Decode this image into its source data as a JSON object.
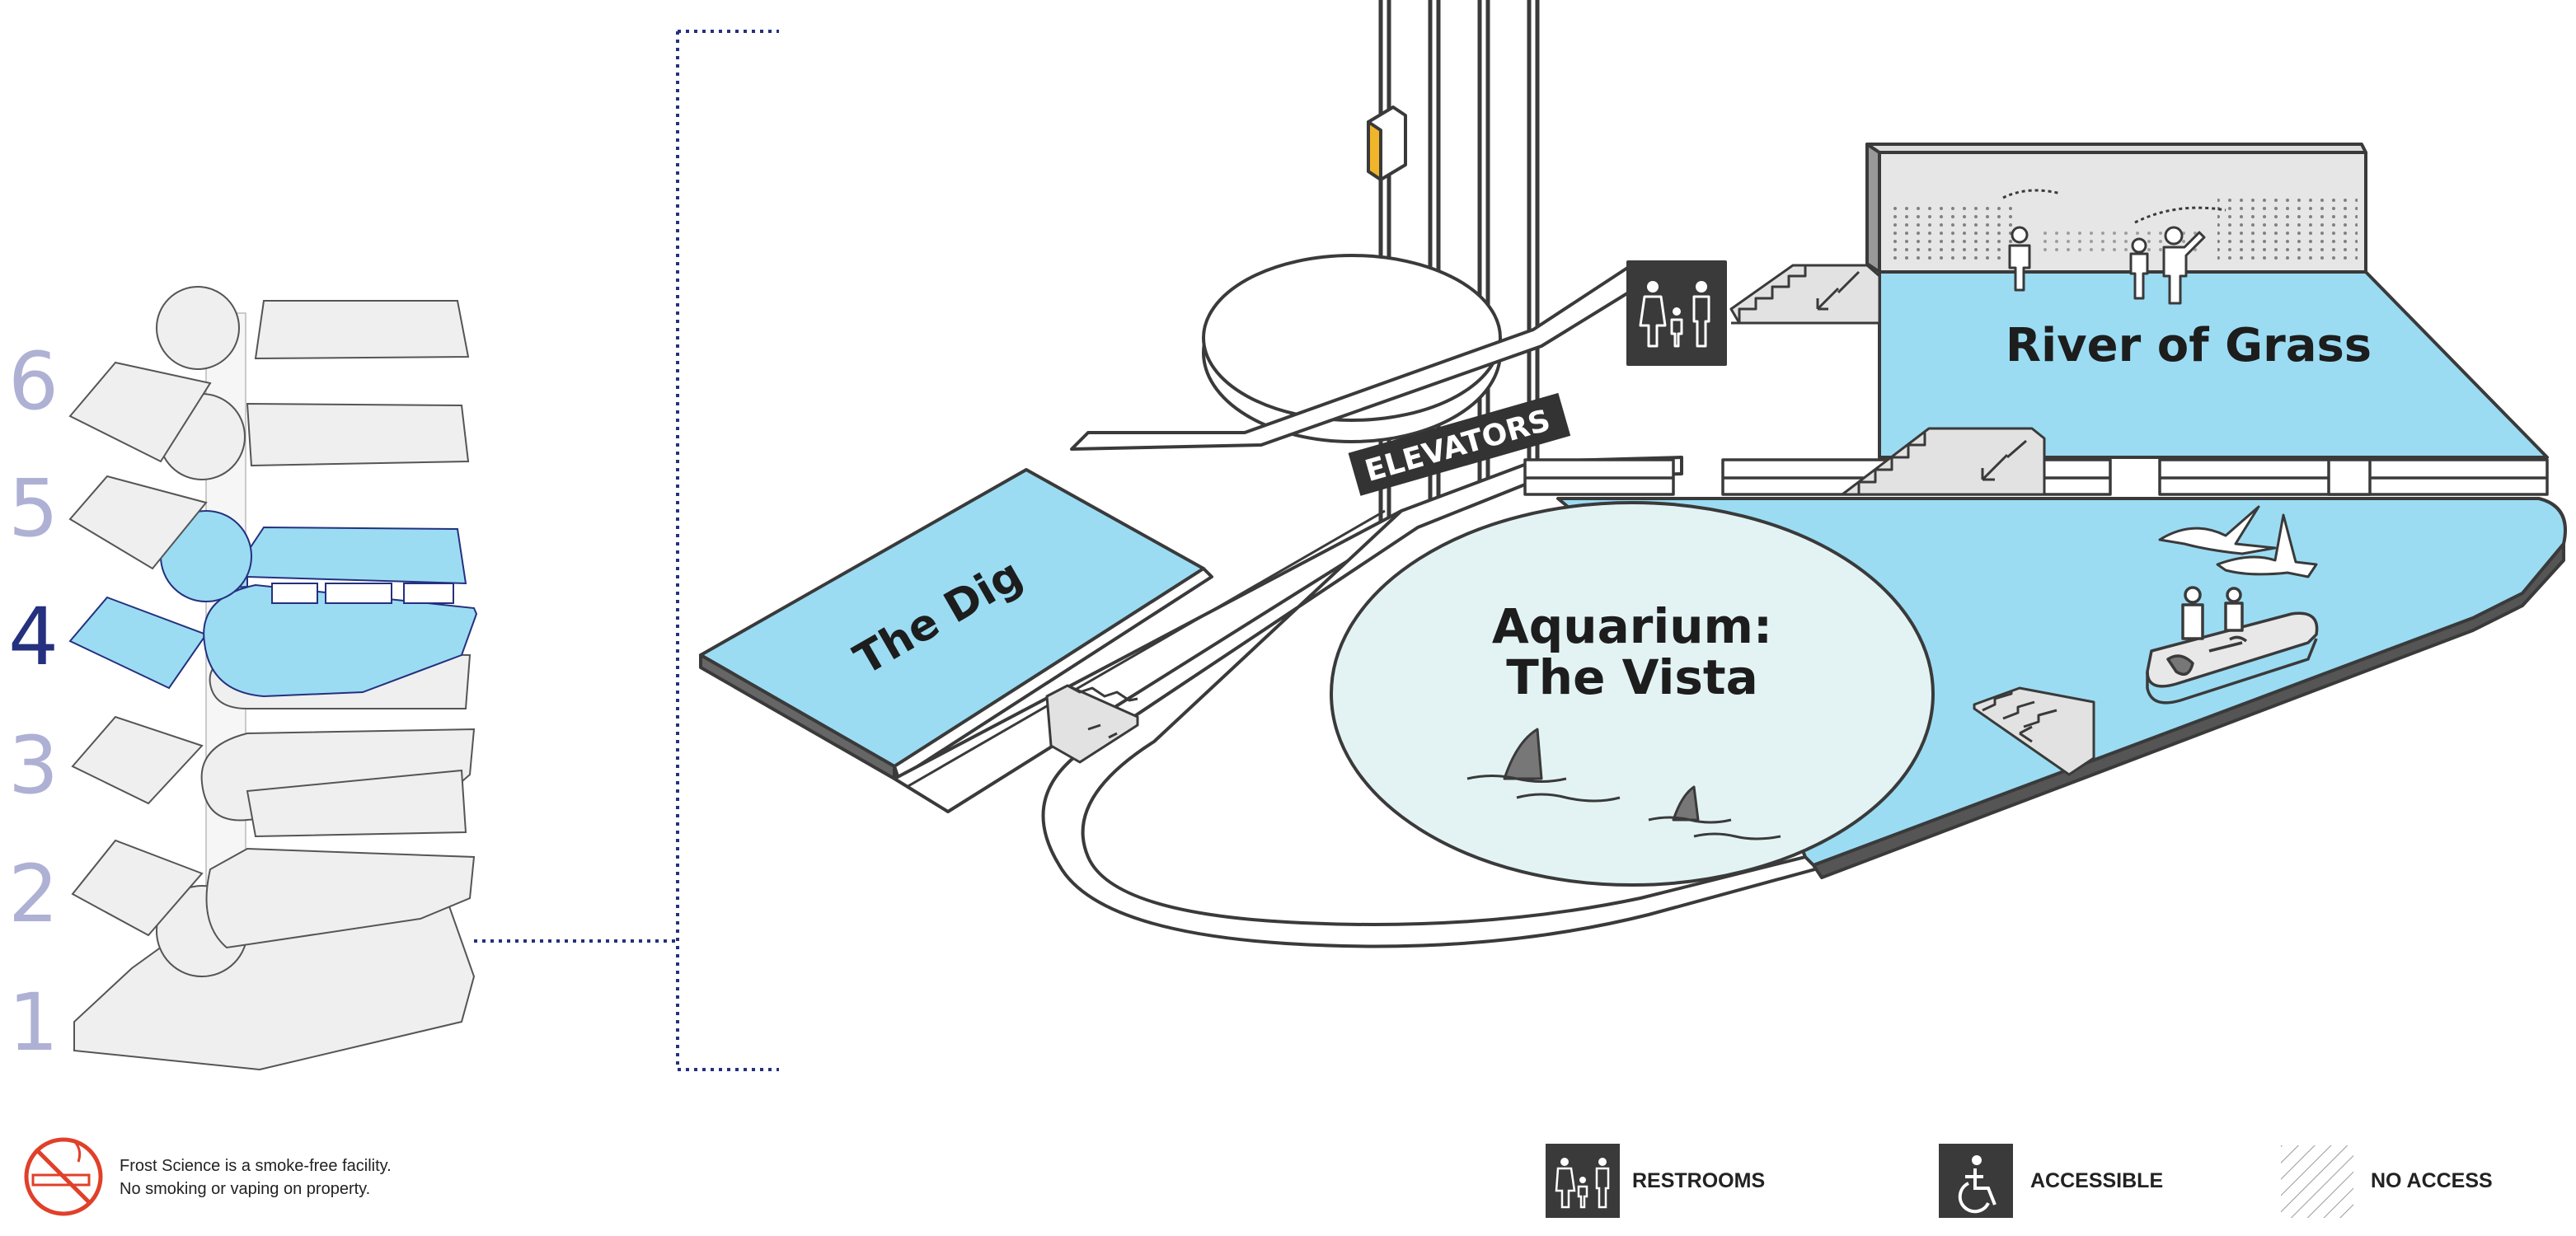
{
  "floor_selector": {
    "floors": [
      "6",
      "5",
      "4",
      "3",
      "2",
      "1"
    ],
    "current_floor": "4"
  },
  "zones": {
    "dig": "The Dig",
    "aquarium_line1": "Aquarium:",
    "aquarium_line2": "The Vista",
    "river": "River of Grass",
    "elevators": "ELEVATORS"
  },
  "legend": {
    "smoke_line1": "Frost Science is a smoke-free facility.",
    "smoke_line2": "No smoking or vaping on property.",
    "restrooms": "RESTROOMS",
    "accessible": "ACCESSIBLE",
    "no_access": "NO ACCESS"
  },
  "icons": [
    "no-smoking-icon",
    "restroom-icon",
    "accessible-icon",
    "no-access-icon",
    "shark-fin-icon",
    "bird-icon",
    "person-icon",
    "boat-icon",
    "stairs-icon",
    "elevator-call-icon"
  ],
  "colors": {
    "exhibit_blue": "#9bdcf3",
    "aquarium_tint": "#e3f3f4",
    "floor_grey": "#efefef",
    "outline": "#3a3a3a",
    "floor_active": "#25307e",
    "floor_inactive": "#aeb1d4",
    "no_smoking_red": "#e0402a",
    "icon_dark": "#333333"
  }
}
